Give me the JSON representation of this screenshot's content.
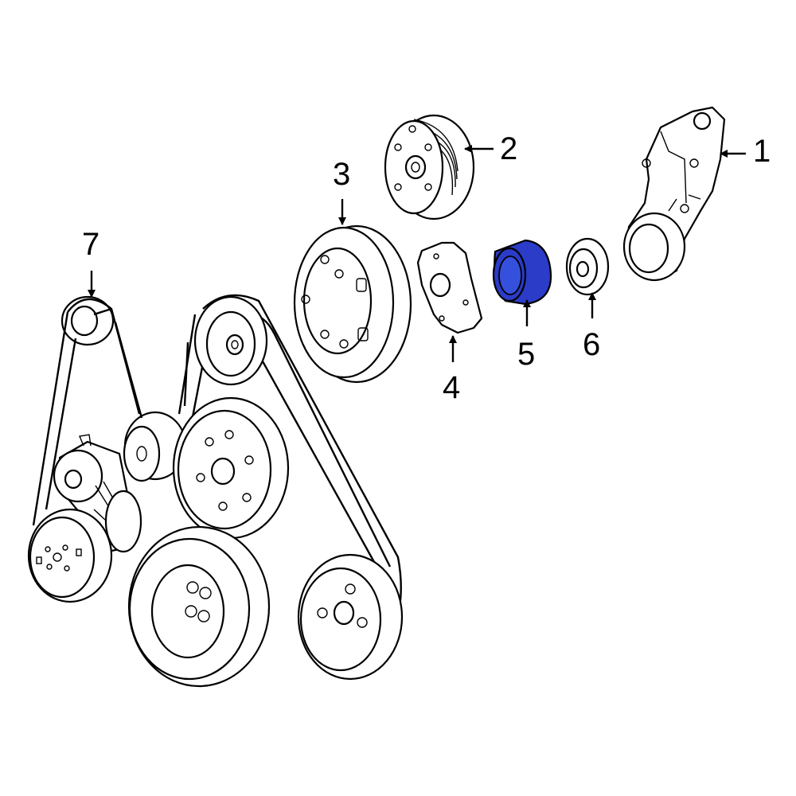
{
  "diagram": {
    "highlight_color": "#2a3cc8",
    "callouts": [
      {
        "id": "1",
        "label": "1",
        "part": "mounting-bracket"
      },
      {
        "id": "2",
        "label": "2",
        "part": "grooved-pulley"
      },
      {
        "id": "3",
        "label": "3",
        "part": "pulley"
      },
      {
        "id": "4",
        "label": "4",
        "part": "hub-plate"
      },
      {
        "id": "5",
        "label": "5",
        "part": "bearing"
      },
      {
        "id": "6",
        "label": "6",
        "part": "washer"
      },
      {
        "id": "7",
        "label": "7",
        "part": "serpentine-belt"
      }
    ]
  }
}
